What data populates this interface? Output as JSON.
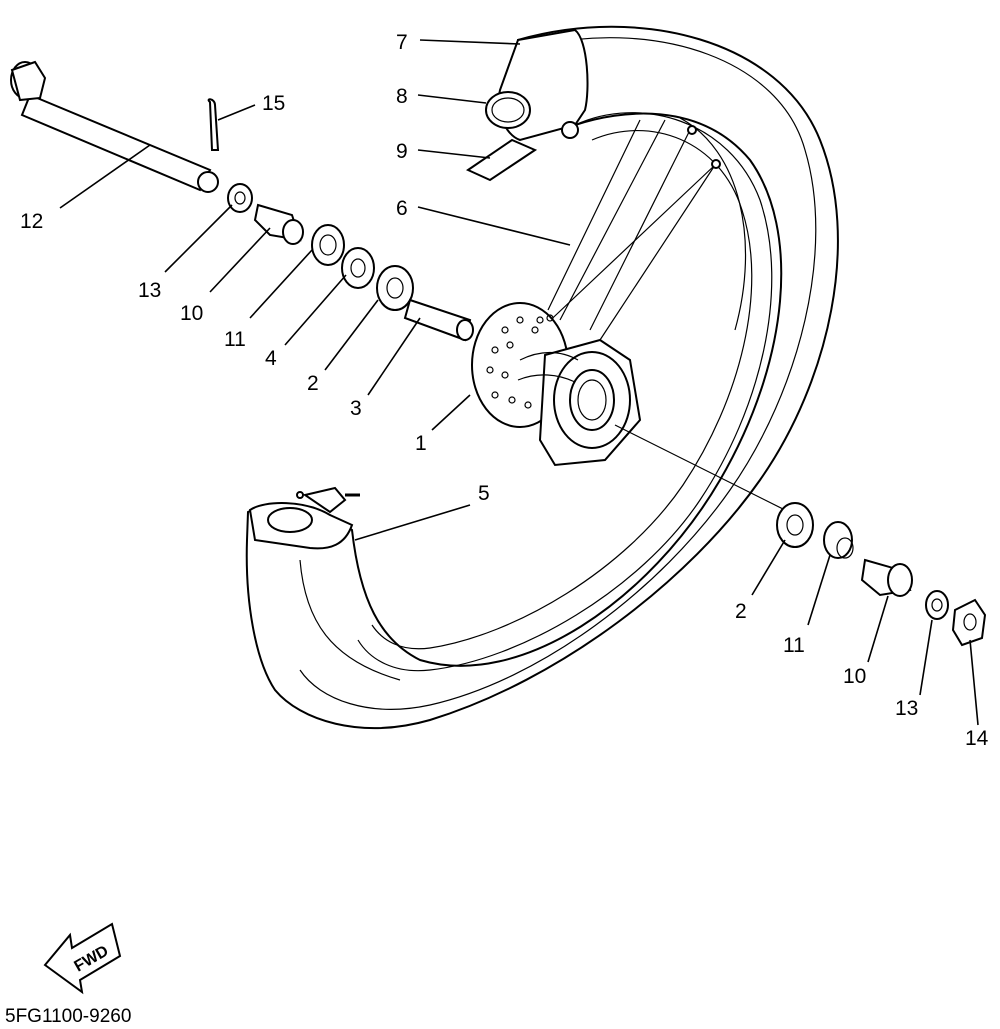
{
  "callouts": [
    {
      "num": "7"
    },
    {
      "num": "8"
    },
    {
      "num": "9"
    },
    {
      "num": "6"
    },
    {
      "num": "15"
    },
    {
      "num": "12"
    },
    {
      "num": "13"
    },
    {
      "num": "10"
    },
    {
      "num": "11"
    },
    {
      "num": "4"
    },
    {
      "num": "2"
    },
    {
      "num": "3"
    },
    {
      "num": "1"
    },
    {
      "num": "5"
    },
    {
      "num": "2"
    },
    {
      "num": "11"
    },
    {
      "num": "10"
    },
    {
      "num": "13"
    },
    {
      "num": "14"
    }
  ],
  "fwd_label": "FWD",
  "diagram_code": "5FG1100-9260"
}
